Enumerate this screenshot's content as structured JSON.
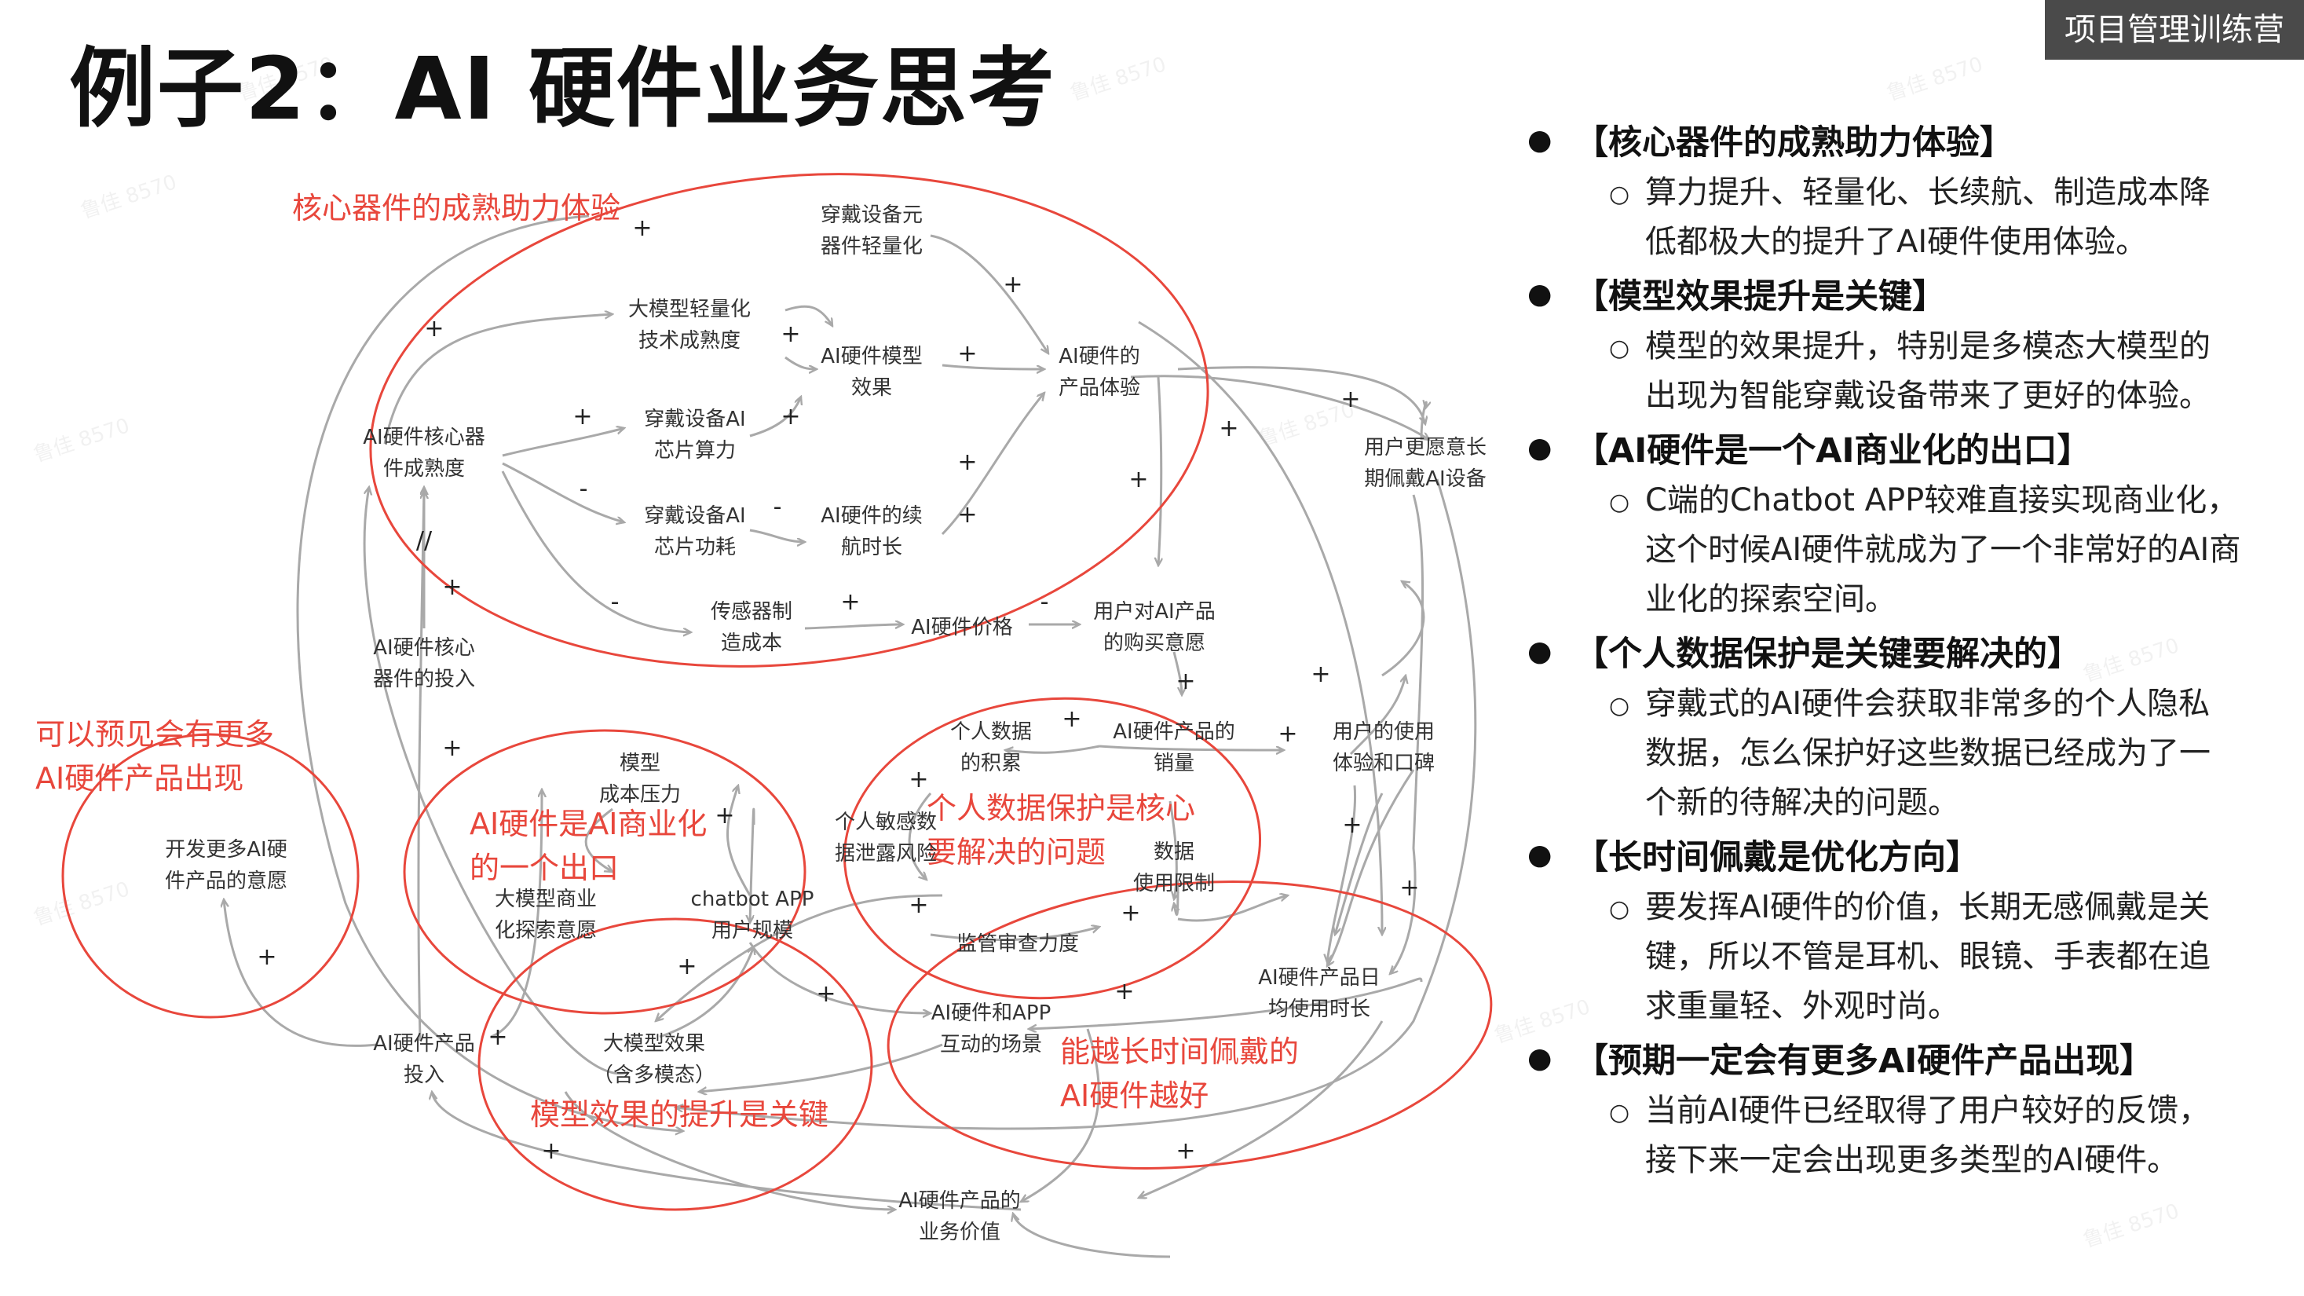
{
  "badge": "项目管理训练营",
  "title": "例子2：AI 硬件业务思考",
  "watermark": "鲁佳 8570",
  "colors": {
    "accent_red": "#e8473c",
    "link_gray": "#a9a9a9",
    "badge_bg": "#4a4a4a"
  },
  "diagram": {
    "nodes": {
      "wearable_light": [
        "穿戴设备元",
        "器件轻量化"
      ],
      "model_lightweight": [
        "大模型轻量化",
        "技术成熟度"
      ],
      "hw_model_effect": [
        "AI硬件模型",
        "效果"
      ],
      "product_experience": [
        "AI硬件的",
        "产品体验"
      ],
      "core_maturity": [
        "AI硬件核心器",
        "件成熟度"
      ],
      "chip_power": [
        "穿戴设备AI",
        "芯片算力"
      ],
      "chip_consumption": [
        "穿戴设备AI",
        "芯片功耗"
      ],
      "battery_life": [
        "AI硬件的续",
        "航时长"
      ],
      "wear_willing": [
        "用户更愿意长",
        "期佩戴AI设备"
      ],
      "sensor_cost": [
        "传感器制",
        "造成本"
      ],
      "hw_price": [
        "AI硬件价格"
      ],
      "purchase_intent": [
        "用户对AI产品",
        "的购买意愿"
      ],
      "core_investment": [
        "AI硬件核心",
        "器件的投入"
      ],
      "data_accum": [
        "个人数据",
        "的积累"
      ],
      "sales": [
        "AI硬件产品的",
        "销量"
      ],
      "user_reputation": [
        "用户的使用",
        "体验和口碑"
      ],
      "model_cost": [
        "模型",
        "成本压力"
      ],
      "leak_risk": [
        "个人敏感数",
        "据泄露风险"
      ],
      "data_limit": [
        "数据",
        "使用限制"
      ],
      "develop_more": [
        "开发更多AI硬",
        "件产品的意愿"
      ],
      "biz_explore": [
        "大模型商业",
        "化探索意愿"
      ],
      "chatbot_users": [
        "chatbot APP",
        "用户规模"
      ],
      "regulation": [
        "监管审查力度"
      ],
      "daily_usage": [
        "AI硬件产品日",
        "均使用时长"
      ],
      "hw_app_scene": [
        "AI硬件和APP",
        "互动的场景"
      ],
      "product_invest": [
        "AI硬件产品",
        "投入"
      ],
      "model_effect_multi": [
        "大模型效果",
        "（含多模态）"
      ],
      "biz_value": [
        "AI硬件产品的",
        "业务价值"
      ]
    },
    "loop_labels": {
      "core": "核心器件的成熟助力体验",
      "commercial": [
        "AI硬件是AI商业化",
        "的一个出口"
      ],
      "privacy": [
        "个人数据保护是核心",
        "要解决的问题"
      ],
      "more_products": [
        "可以预见会有更多",
        "AI硬件产品出现"
      ],
      "model_key": "模型效果的提升是关键",
      "wear_long": [
        "能越长时间佩戴的",
        "AI硬件越好"
      ]
    },
    "signs": {
      "plus": "+",
      "minus": "-",
      "break": "//"
    }
  },
  "notes": [
    {
      "title": "【核心器件的成熟助力体验】",
      "body": [
        "算力提升、轻量化、长续航、制造成本降",
        "低都极大的提升了AI硬件使用体验。"
      ]
    },
    {
      "title": "【模型效果提升是关键】",
      "body": [
        "模型的效果提升，特别是多模态大模型的",
        "出现为智能穿戴设备带来了更好的体验。"
      ]
    },
    {
      "title": "【AI硬件是一个AI商业化的出口】",
      "body": [
        "C端的Chatbot APP较难直接实现商业化，",
        "这个时候AI硬件就成为了一个非常好的AI商",
        "业化的探索空间。"
      ]
    },
    {
      "title": "【个人数据保护是关键要解决的】",
      "body": [
        "穿戴式的AI硬件会获取非常多的个人隐私",
        "数据，怎么保护好这些数据已经成为了一",
        "个新的待解决的问题。"
      ]
    },
    {
      "title": "【长时间佩戴是优化方向】",
      "body": [
        "要发挥AI硬件的价值，长期无感佩戴是关",
        "键，所以不管是耳机、眼镜、手表都在追",
        "求重量轻、外观时尚。"
      ]
    },
    {
      "title": "【预期一定会有更多AI硬件产品出现】",
      "body": [
        "当前AI硬件已经取得了用户较好的反馈，",
        "接下来一定会出现更多类型的AI硬件。"
      ]
    }
  ]
}
